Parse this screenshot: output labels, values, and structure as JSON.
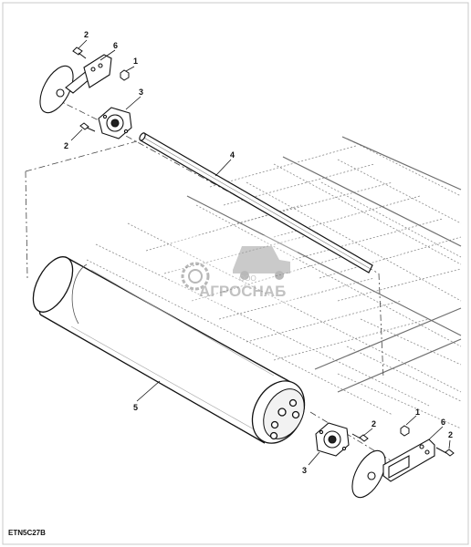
{
  "figure_ref": "ETN5C27B",
  "watermark": {
    "company_prefix": "ООО",
    "company_name": "АГРОСНАБ"
  },
  "callouts": {
    "c1_top": "1",
    "c2_top_a": "2",
    "c2_top_b": "2",
    "c3_top": "3",
    "c4": "4",
    "c5": "5",
    "c6_top": "6",
    "c1_bot": "1",
    "c2_bot_a": "2",
    "c2_bot_b": "2",
    "c3_bot": "3",
    "c6_bot": "6"
  }
}
